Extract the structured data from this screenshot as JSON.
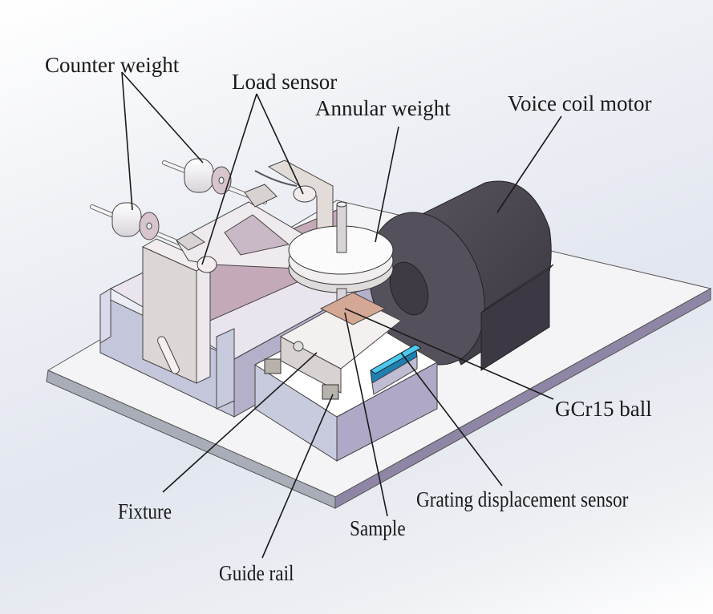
{
  "figure": {
    "title": "Reciprocating friction tester 3D model",
    "labels": {
      "counter_weight": "Counter weight",
      "load_sensor": "Load sensor",
      "annular_weight": "Annular weight",
      "voice_coil_motor": "Voice coil motor",
      "gcr15_ball": "GCr15 ball",
      "grating_displacement_sensor": "Grating displacement sensor",
      "fixture": "Fixture",
      "sample": "Sample",
      "guide_rail": "Guide rail"
    },
    "colors": {
      "base_plate_top": "#f4f4f6",
      "base_plate_edge": "#a8a4b8",
      "frame": "#c4c6dc",
      "frame_shade": "#aeb0cc",
      "motor": "#4a4650",
      "motor_dark": "#36333c",
      "sensor_blue": "#2aa8d8",
      "copper": "#d4a894",
      "leader_line": "#1a1a1a",
      "text": "#1a1a1a"
    }
  }
}
